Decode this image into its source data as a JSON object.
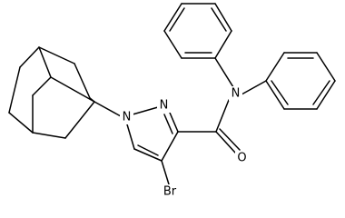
{
  "molecule": {
    "atom_labels": {
      "n1": "N",
      "n2": "N",
      "n_amide": "N",
      "oxygen": "O",
      "bromine": "Br"
    }
  }
}
